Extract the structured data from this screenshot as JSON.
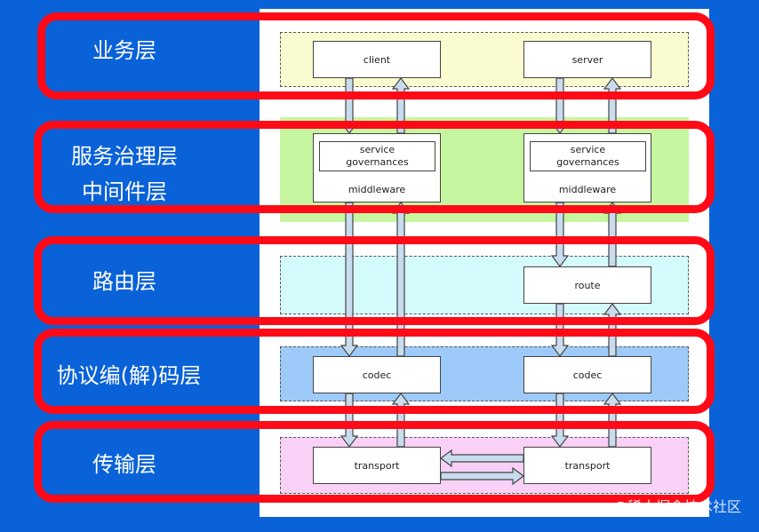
{
  "layers": [
    {
      "label_lines": [
        "业务层"
      ]
    },
    {
      "label_lines": [
        "服务治理层",
        "中间件层"
      ]
    },
    {
      "label_lines": [
        "路由层"
      ]
    },
    {
      "label_lines": [
        "协议编(解)码层"
      ]
    },
    {
      "label_lines": [
        "传输层"
      ]
    }
  ],
  "nodes": {
    "client": "client",
    "server": "server",
    "service_gov_left": [
      "service",
      "governances"
    ],
    "service_gov_right": [
      "service",
      "governances"
    ],
    "middleware_left": "middleware",
    "middleware_right": "middleware",
    "route": "route",
    "codec_left": "codec",
    "codec_right": "codec",
    "transport_left": "transport",
    "transport_right": "transport"
  },
  "colors": {
    "background": "#0a62d8",
    "highlight": "#ff0a17",
    "business_zone": "#fbfbd0",
    "middleware_zone": "#c6f7a0",
    "route_zone": "#d4fbfb",
    "codec_zone": "#9dcaf8",
    "transport_zone": "#f9d0f6",
    "arrow_fill": "#c8dcee"
  },
  "watermark": "@稀土掘金技术社区"
}
